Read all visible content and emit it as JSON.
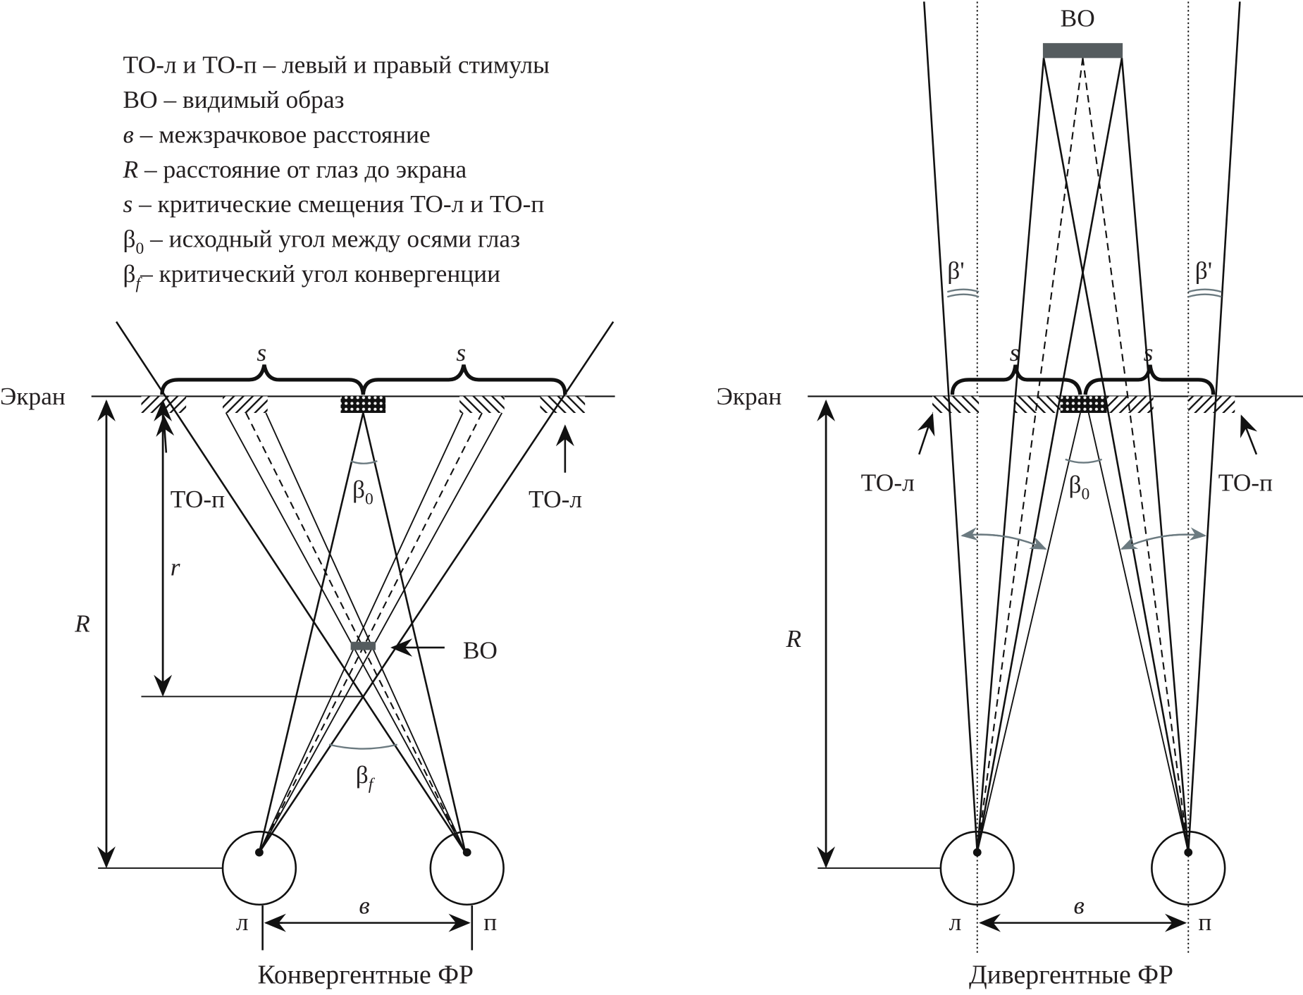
{
  "legend": [
    {
      "sym": "ТО-л и ТО-п",
      "text": " – левый и правый стимулы"
    },
    {
      "sym": "ВО",
      "text": " – видимый образ"
    },
    {
      "sym": "в",
      "text": " – межзрачковое расстояние"
    },
    {
      "sym": "R",
      "text": " – расстояние от глаз до экрана"
    },
    {
      "sym": "s",
      "text": " – критические смещения ТО-л и ТО-п"
    },
    {
      "sym": "β",
      "sub": "0",
      "text": " – исходный угол между осями глаз"
    },
    {
      "sym": "β",
      "sub": "f",
      "text": "– критический угол конвергенции"
    }
  ],
  "left": {
    "caption": "Конвергентные ФР",
    "screen_label": "Экран",
    "s1": "s",
    "s2": "s",
    "to_p": "ТО-п",
    "to_l": "ТО-л",
    "beta0": "β",
    "beta0_sub": "0",
    "betaf": "β",
    "betaf_sub": "f",
    "r": "r",
    "R": "R",
    "vo": "ВО",
    "eye_left": "л",
    "eye_right": "п",
    "ipd": "в"
  },
  "right": {
    "caption": "Дивергентные ФР",
    "screen_label": "Экран",
    "vo": "ВО",
    "s1": "s",
    "s2": "s",
    "to_l": "ТО-л",
    "to_p": "ТО-п",
    "beta_prime_left": "β'",
    "beta_prime_right": "β'",
    "beta0": "β",
    "beta0_sub": "0",
    "R": "R",
    "eye_left": "л",
    "eye_right": "п",
    "ipd": "в"
  }
}
